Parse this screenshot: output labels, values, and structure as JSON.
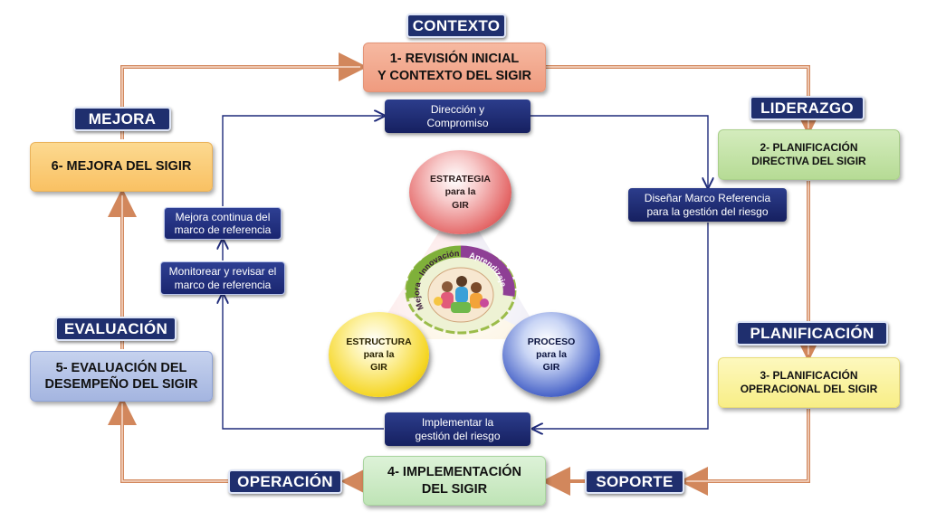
{
  "tags": {
    "contexto": "CONTEXTO",
    "liderazgo": "LIDERAZGO",
    "planificacion": "PLANIFICACIÓN",
    "soporte": "SOPORTE",
    "operacion": "OPERACIÓN",
    "evaluacion": "EVALUACIÓN",
    "mejora": "MEJORA"
  },
  "stages": {
    "s1": "1-  REVISIÓN INICIAL\nY CONTEXTO DEL SIGIR",
    "s2": "2- PLANIFICACIÓN\nDIRECTIVA DEL SIGIR",
    "s3": "3- PLANIFICACIÓN\nOPERACIONAL DEL SIGIR",
    "s4": "4- IMPLEMENTACIÓN\nDEL SIGIR",
    "s5": "5-  EVALUACIÓN DEL\nDESEMPEÑO DEL SIGIR",
    "s6": "6- MEJORA DEL SIGIR"
  },
  "steps": {
    "direccion": "Dirección  y\nCompromiso",
    "disenar": "Diseñar Marco Referencia\npara  la gestión del riesgo",
    "implementar": "Implementar la\ngestión del riesgo",
    "monitorear": "Monitorear y revisar el\nmarco de  referencia",
    "mejora_continua": "Mejora continua del\nmarco de referencia"
  },
  "center": {
    "estrategia": "ESTRATEGIA\npara la\nGIR",
    "estructura": "ESTRUCTURA\npara la\nGIR",
    "proceso": "PROCESO\npara la\nGIR",
    "ring_left": "Mejora - Innovación",
    "ring_right": "Aprendizaje"
  },
  "colors": {
    "tag_navy": "#1f2f6e",
    "outer_arrow": "#d2875c",
    "inner_arrow": "#1e2a7a",
    "stage1": "#f2a78d",
    "stage2": "#c3e3a6",
    "stage3": "#fbf4a2",
    "stage4": "#cdebc6",
    "stage5": "#b3c2e4",
    "stage6": "#fbcd7d"
  }
}
